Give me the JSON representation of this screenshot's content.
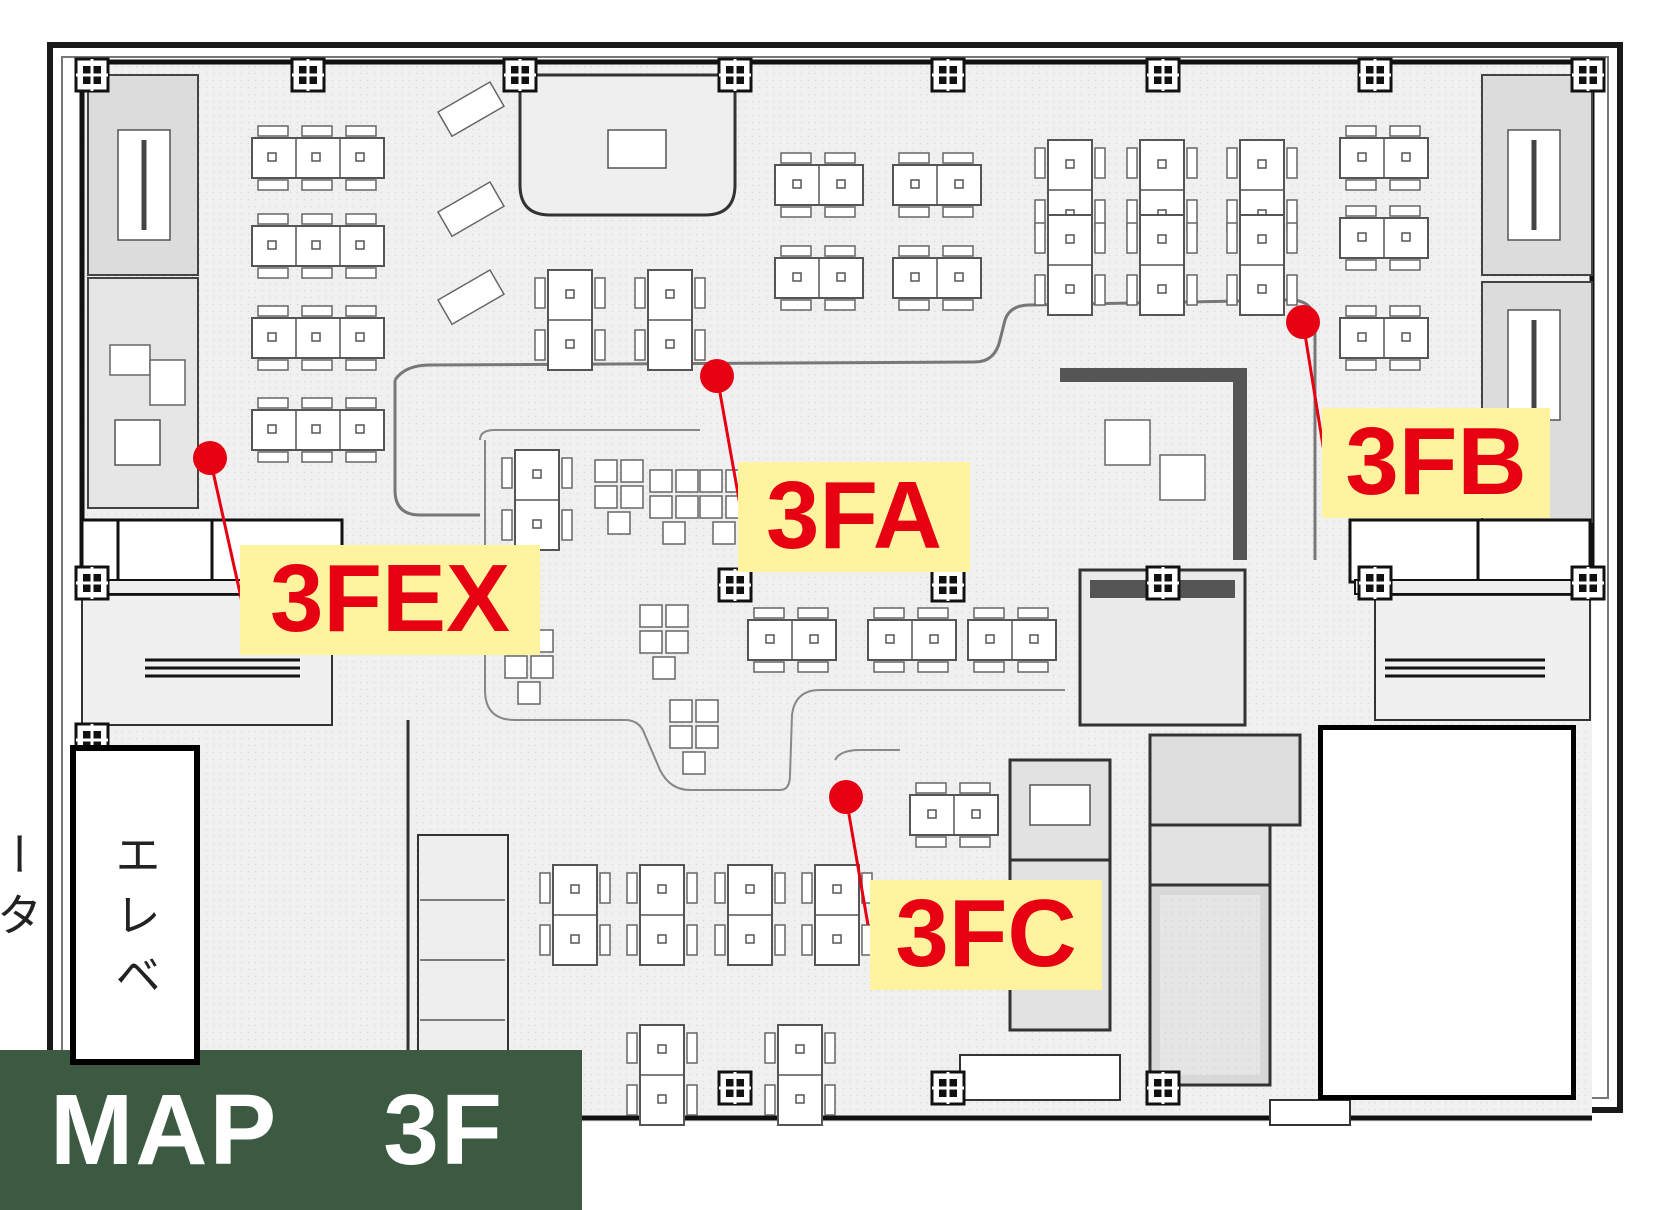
{
  "map": {
    "banner": {
      "word": "MAP",
      "floor": "3F"
    },
    "elevator_label": "エレベータ",
    "markers": [
      {
        "id": "3FEX",
        "label": "3FEX"
      },
      {
        "id": "3FA",
        "label": "3FA"
      },
      {
        "id": "3FB",
        "label": "3FB"
      },
      {
        "id": "3FC",
        "label": "3FC"
      }
    ]
  },
  "colors": {
    "marker_red": "#e60012",
    "label_bg": "#fff3a0",
    "banner_green": "#3b5a41",
    "floor_fill": "#f0f0f0",
    "wall": "#1a1a1a"
  }
}
